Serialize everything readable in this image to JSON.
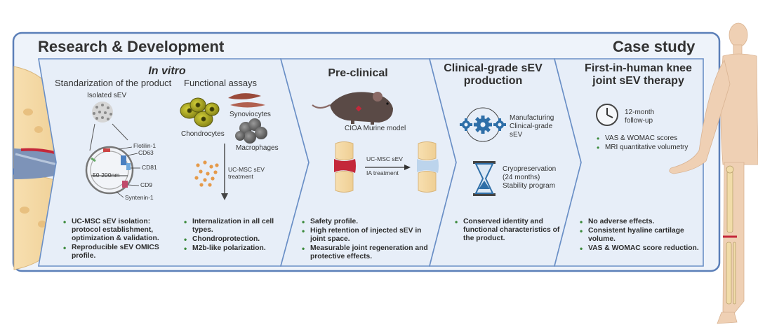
{
  "headers": {
    "left": "Research & Development",
    "right": "Case study"
  },
  "sections": {
    "in_vitro": {
      "title": "In vitro",
      "sub_standardization": "Standarization of the product",
      "sub_functional": "Functional assays",
      "isolated_sev": "Isolated sEV",
      "markers": [
        "Flotilin-1",
        "CD63",
        "CD81",
        "CD9",
        "Syntenin-1"
      ],
      "size_label": "50-200nm",
      "cells": {
        "synoviocytes": "Synoviocytes",
        "chondrocytes": "Chondrocytes",
        "macrophages": "Macrophages"
      },
      "treatment": [
        "UC-MSC sEV",
        "treatment"
      ],
      "bullets_left": [
        "UC-MSC sEV isolation: protocol establishment, optimization & validation.",
        "Reproducible sEV OMICS profile."
      ],
      "bullets_right": [
        "Internalization in all cell types.",
        "Chondroprotection.",
        "M2b-like polarization."
      ]
    },
    "preclinical": {
      "title": "Pre-clinical",
      "model": "CIOA Murine model",
      "treatment": [
        "UC-MSC sEV",
        "IA treatment"
      ],
      "bullets": [
        "Safety profile.",
        "High retention of injected sEV in joint space.",
        "Measurable joint regeneration and protective effects."
      ]
    },
    "clinical_grade": {
      "title": "Clinical-grade sEV production",
      "manufacturing": [
        "Manufacturing",
        "Clinical-grade",
        "sEV"
      ],
      "cryo": [
        "Cryopreservation",
        "(24 months)",
        "Stability program"
      ],
      "bullets": [
        "Conserved identity and functional characteristics of the product."
      ]
    },
    "first_in_human": {
      "title": "First-in-human knee joint sEV therapy",
      "followup": [
        "12-month",
        "follow-up"
      ],
      "scores": [
        "VAS & WOMAC scores",
        "MRI quantitative volumetry"
      ],
      "bullets": [
        "No adverse effects.",
        "Consistent hyaline cartilage volume.",
        "VAS & WOMAC score reduction."
      ]
    }
  },
  "colors": {
    "frame": "#5b7fb8",
    "panel": "#e7eef8",
    "bullet": "#3b8a3b",
    "gear": "#2f6fa8",
    "cartilage": "#c4283a"
  },
  "icons": [
    "knee-joint-icon",
    "exosome-icon",
    "vesicle-diagram-icon",
    "chondrocyte-icon",
    "synoviocyte-icon",
    "macrophage-icon",
    "nanoparticles-icon",
    "mouse-icon",
    "joint-before-icon",
    "joint-after-icon",
    "gears-icon",
    "hourglass-icon",
    "clock-icon",
    "human-figure-icon"
  ]
}
